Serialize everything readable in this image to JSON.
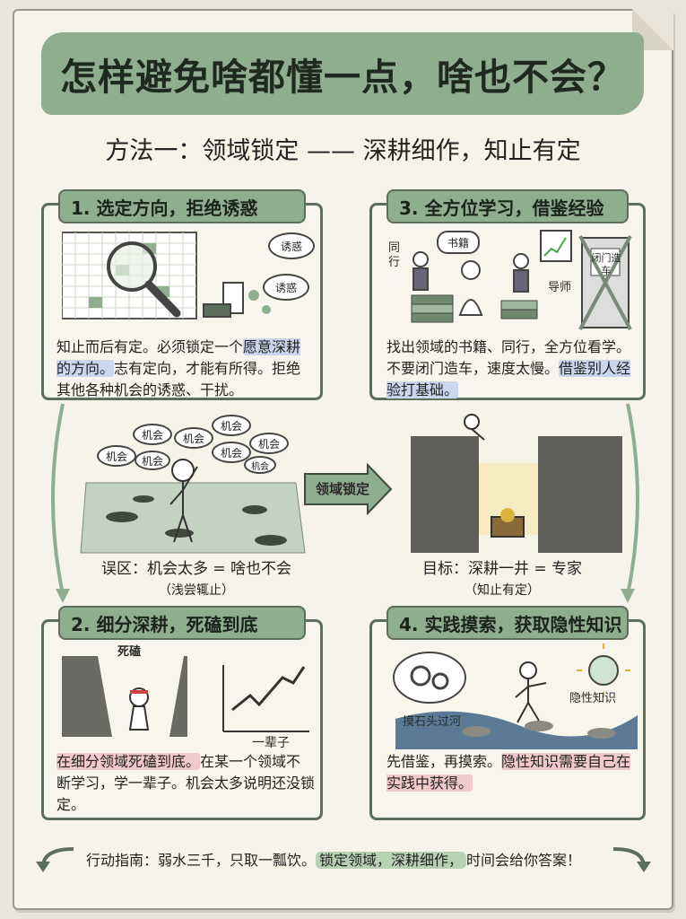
{
  "title": "怎样避免啥都懂一点，啥也不会？",
  "subtitle": "方法一：领域锁定 —— 深耕细作，知止有定",
  "panel1": {
    "heading": "1. 选定方向，拒绝诱惑",
    "bubble1": "诱惑",
    "bubble2": "诱惑",
    "text_a": "知止而后有定。必须锁定一个",
    "text_b_hl": "愿意深耕的方向。",
    "text_c": "志有定向，才能有所得。拒绝其他各种机会的诱惑、干扰。"
  },
  "panel3": {
    "heading": "3. 全方位学习，借鉴经验",
    "label_peer": "同行",
    "label_book": "书籍",
    "label_mentor": "导师",
    "label_closed": "闭门造车",
    "text_a": "找出领域的书籍、同行，全方位看学。不要闭门造车，速度太慢。",
    "text_b_hl": "借鉴别人经验打基础。"
  },
  "middle": {
    "bubbles": [
      "机会",
      "机会",
      "机会",
      "机会",
      "机会",
      "机会",
      "机会",
      "机会"
    ],
    "arrow_label": "领域锁定",
    "left_caption": "误区：机会太多 = 啥也不会",
    "left_caption_sub": "（浅尝辄止）",
    "right_caption": "目标：深耕一井 = 专家",
    "right_caption_sub": "（知止有定）"
  },
  "panel2": {
    "heading": "2. 细分深耕，死磕到底",
    "label_sike": "死磕",
    "label_life": "一辈子",
    "text_a_hl": "在细分领域死磕到底。",
    "text_b": "在某一个领域不断学习，学一辈子。机会太多说明还没锁定。"
  },
  "panel4": {
    "heading": "4. 实践摸索，获取隐性知识",
    "label_river": "摸石头过河",
    "label_tacit": "隐性知识",
    "text_a": "先借鉴，再摸索。",
    "text_b_hl": "隐性知识需要自己在实践中获得。"
  },
  "footer": {
    "text_a": "行动指南：弱水三千，只取一瓢饮。",
    "text_b_hl": "锁定领域，深耕细作，",
    "text_c": "时间会给你答案！"
  },
  "colors": {
    "accent_green": "#8fae8e",
    "highlight_blue": "#c8d6ee",
    "highlight_pink": "#f1c9c9"
  }
}
